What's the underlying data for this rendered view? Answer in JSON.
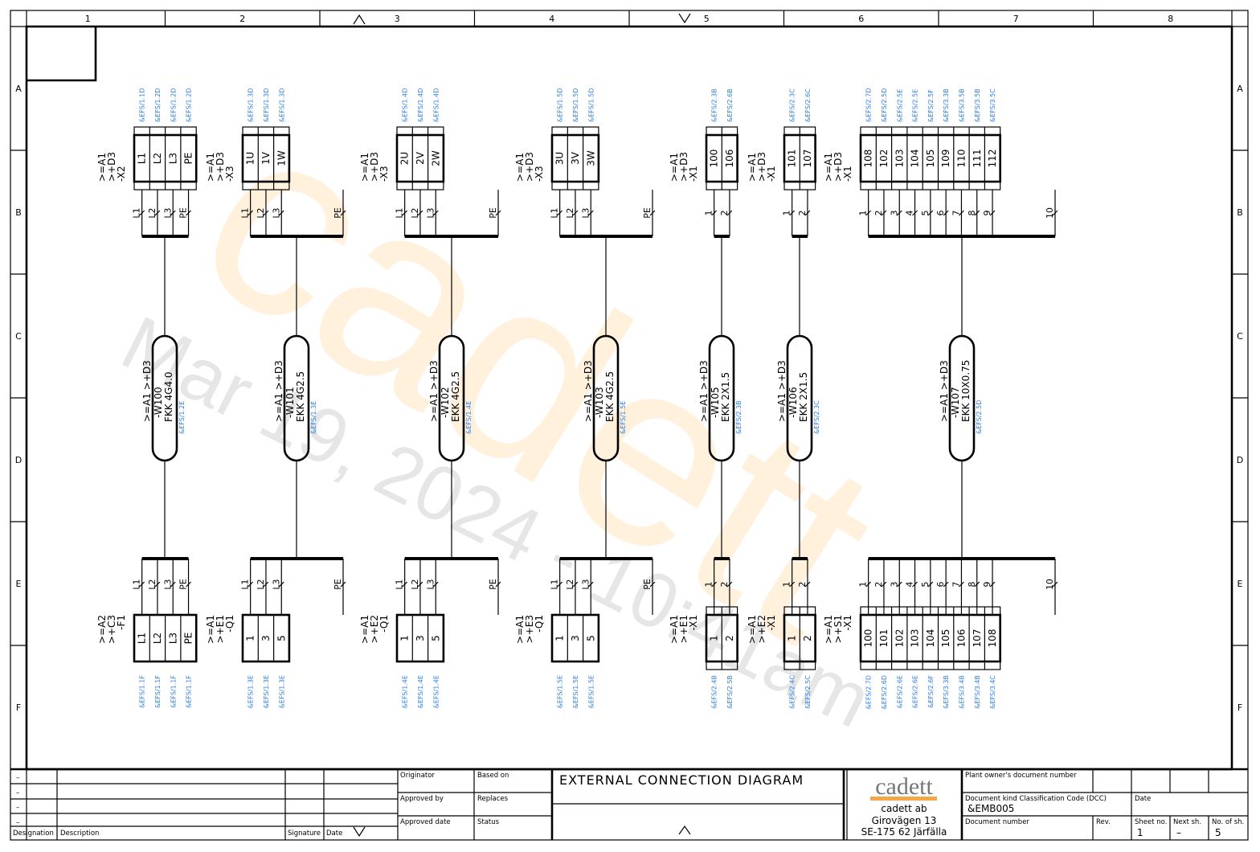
{
  "frame": {
    "columns": [
      "1",
      "2",
      "3",
      "4",
      "5",
      "6",
      "7",
      "8"
    ],
    "rows": [
      "A",
      "B",
      "C",
      "D",
      "E",
      "F"
    ]
  },
  "watermark": {
    "logo": "cadett",
    "stamp": "Mar 19, 2024 - 10:41am"
  },
  "groups": [
    {
      "top": {
        "designation": [
          ">=A1",
          ">+D3",
          "-X2"
        ],
        "terminals": [
          "L1",
          "L2",
          "L3",
          "PE"
        ],
        "refs": [
          "&EFS/1.1D",
          "&EFS/1.2D",
          "&EFS/1.2D",
          "&EFS/1.2D"
        ]
      },
      "wires": [
        "L1",
        "L2",
        "L3",
        "PE"
      ],
      "extra_wire": null,
      "cable": {
        "location": ">=A1  >+D3",
        "name": "-W100",
        "type": "FKK 4G4.0",
        "ref": "&EFS/1.2E"
      },
      "bottom": {
        "designation": [
          ">=A2",
          ">+C3",
          "-F1"
        ],
        "terminals": [
          "L1",
          "L2",
          "L3",
          "PE"
        ],
        "refs": [
          "&EFS/1.1F",
          "&EFS/1.1F",
          "&EFS/1.1F",
          "&EFS/1.1F"
        ]
      }
    },
    {
      "top": {
        "designation": [
          ">=A1",
          ">+D3",
          "-X3"
        ],
        "terminals": [
          "1U",
          "1V",
          "1W"
        ],
        "refs": [
          "&EFS/1.3D",
          "&EFS/1.3D",
          "&EFS/1.3D"
        ]
      },
      "wires": [
        "L1",
        "L2",
        "L3"
      ],
      "extra_wire": "PE",
      "cable": {
        "location": ">=A1  >+D3",
        "name": "-W101",
        "type": "EKK 4G2.5",
        "ref": "&EFS/1.3E"
      },
      "bottom": {
        "designation": [
          ">=A1",
          ">+E1",
          "-Q1"
        ],
        "terminals": [
          "1",
          "3",
          "5"
        ],
        "refs": [
          "&EFS/1.3E",
          "&EFS/1.3E",
          "&EFS/1.3E"
        ]
      }
    },
    {
      "top": {
        "designation": [
          ">=A1",
          ">+D3",
          "-X3"
        ],
        "terminals": [
          "2U",
          "2V",
          "2W"
        ],
        "refs": [
          "&EFS/1.4D",
          "&EFS/1.4D",
          "&EFS/1.4D"
        ]
      },
      "wires": [
        "L1",
        "L2",
        "L3"
      ],
      "extra_wire": "PE",
      "cable": {
        "location": ">=A1  >+D3",
        "name": "-W102",
        "type": "EKK 4G2.5",
        "ref": "&EFS/1.4E"
      },
      "bottom": {
        "designation": [
          ">=A1",
          ">+E2",
          "-Q1"
        ],
        "terminals": [
          "1",
          "3",
          "5"
        ],
        "refs": [
          "&EFS/1.4E",
          "&EFS/1.4E",
          "&EFS/1.4E"
        ]
      }
    },
    {
      "top": {
        "designation": [
          ">=A1",
          ">+D3",
          "-X3"
        ],
        "terminals": [
          "3U",
          "3V",
          "3W"
        ],
        "refs": [
          "&EFS/1.5D",
          "&EFS/1.5D",
          "&EFS/1.5D"
        ]
      },
      "wires": [
        "L1",
        "L2",
        "L3"
      ],
      "extra_wire": "PE",
      "cable": {
        "location": ">=A1  >+D3",
        "name": "-W103",
        "type": "EKK 4G2.5",
        "ref": "&EFS/1.5E"
      },
      "bottom": {
        "designation": [
          ">=A1",
          ">+E3",
          "-Q1"
        ],
        "terminals": [
          "1",
          "3",
          "5"
        ],
        "refs": [
          "&EFS/1.5E",
          "&EFS/1.5E",
          "&EFS/1.5E"
        ]
      }
    },
    {
      "top": {
        "designation": [
          ">=A1",
          ">+D3",
          "-X1"
        ],
        "terminals": [
          "100",
          "106"
        ],
        "refs": [
          "&EFS/2.3B",
          "&EFS/2.6B"
        ]
      },
      "wires": [
        "1",
        "2"
      ],
      "extra_wire": null,
      "cable": {
        "location": ">=A1  >+D3",
        "name": "-W105",
        "type": "EKK 2X1.5",
        "ref": "&EFS/2.3B"
      },
      "bottom": {
        "designation": [
          ">=A1",
          ">+E1",
          "-X1"
        ],
        "terminals": [
          "1",
          "2"
        ],
        "refs": [
          "&EFS/2.4B",
          "&EFS/2.5B"
        ]
      }
    },
    {
      "top": {
        "designation": [
          ">=A1",
          ">+D3",
          "-X1"
        ],
        "terminals": [
          "101",
          "107"
        ],
        "refs": [
          "&EFS/2.3C",
          "&EFS/2.6C"
        ]
      },
      "wires": [
        "1",
        "2"
      ],
      "extra_wire": null,
      "cable": {
        "location": ">=A1  >+D3",
        "name": "-W106",
        "type": "EKK 2X1.5",
        "ref": "&EFS/2.3C"
      },
      "bottom": {
        "designation": [
          ">=A1",
          ">+E2",
          "-X1"
        ],
        "terminals": [
          "1",
          "2"
        ],
        "refs": [
          "&EFS/2.4C",
          "&EFS/2.5C"
        ]
      }
    },
    {
      "top": {
        "designation": [
          ">=A1",
          ">+D3",
          "-X1"
        ],
        "terminals": [
          "108",
          "102",
          "103",
          "104",
          "105",
          "109",
          "110",
          "111",
          "112"
        ],
        "refs": [
          "&EFS/2.7D",
          "&EFS/2.5D",
          "&EFS/2.5E",
          "&EFS/2.5E",
          "&EFS/2.5F",
          "&EFS/3.3B",
          "&EFS/3.5B",
          "&EFS/3.5B",
          "&EFS/3.5C"
        ]
      },
      "wires": [
        "1",
        "2",
        "3",
        "4",
        "5",
        "6",
        "7",
        "8",
        "9"
      ],
      "extra_wire": "10",
      "cable": {
        "location": ">=A1  >+D3",
        "name": "-W107",
        "type": "EKK 10X0.75",
        "ref": "&EFS/2.5D"
      },
      "bottom": {
        "designation": [
          ">=A1",
          ">+S1",
          "-X1"
        ],
        "terminals": [
          "100",
          "101",
          "102",
          "103",
          "104",
          "105",
          "106",
          "107",
          "108"
        ],
        "refs": [
          "&EFS/2.7D",
          "&EFS/2.6D",
          "&EFS/2.6E",
          "&EFS/2.6E",
          "&EFS/2.6F",
          "&EFS/3.3B",
          "&EFS/3.4B",
          "&EFS/3.4B",
          "&EFS/3.4C"
        ]
      }
    }
  ],
  "title_block": {
    "revisions": [
      "–",
      "–",
      "–",
      "–"
    ],
    "rev_headers": {
      "designation": "Designation",
      "description": "Description",
      "signature": "Signature",
      "date": "Date"
    },
    "originator": "Originator",
    "approved_by": "Approved by",
    "approved_date": "Approved date",
    "based_on": "Based on",
    "replaces": "Replaces",
    "status": "Status",
    "title": "EXTERNAL CONNECTION DIAGRAM",
    "company": {
      "logo": "cadett",
      "name": "cadett ab",
      "street": "Girovägen 13",
      "city": "SE-175 62 Järfälla"
    },
    "plant_owner_doc_label": "Plant owner's document number",
    "dcc_label": "Document kind Classification Code (DCC)",
    "dcc_value": "&EMB005",
    "date_label": "Date",
    "doc_number_label": "Document number",
    "rev_label": "Rev.",
    "sheet_no_label": "Sheet no.",
    "sheet_no": "1",
    "next_sheet_label": "Next sh.",
    "next_sheet": "–",
    "num_sheets_label": "No. of sh.",
    "num_sheets": "5"
  },
  "colors": {
    "ref": "#2f7fe6",
    "logo": "#f3a64a",
    "watermark_logo": "#fff1dc",
    "watermark_stamp": "#d9d9d9"
  }
}
